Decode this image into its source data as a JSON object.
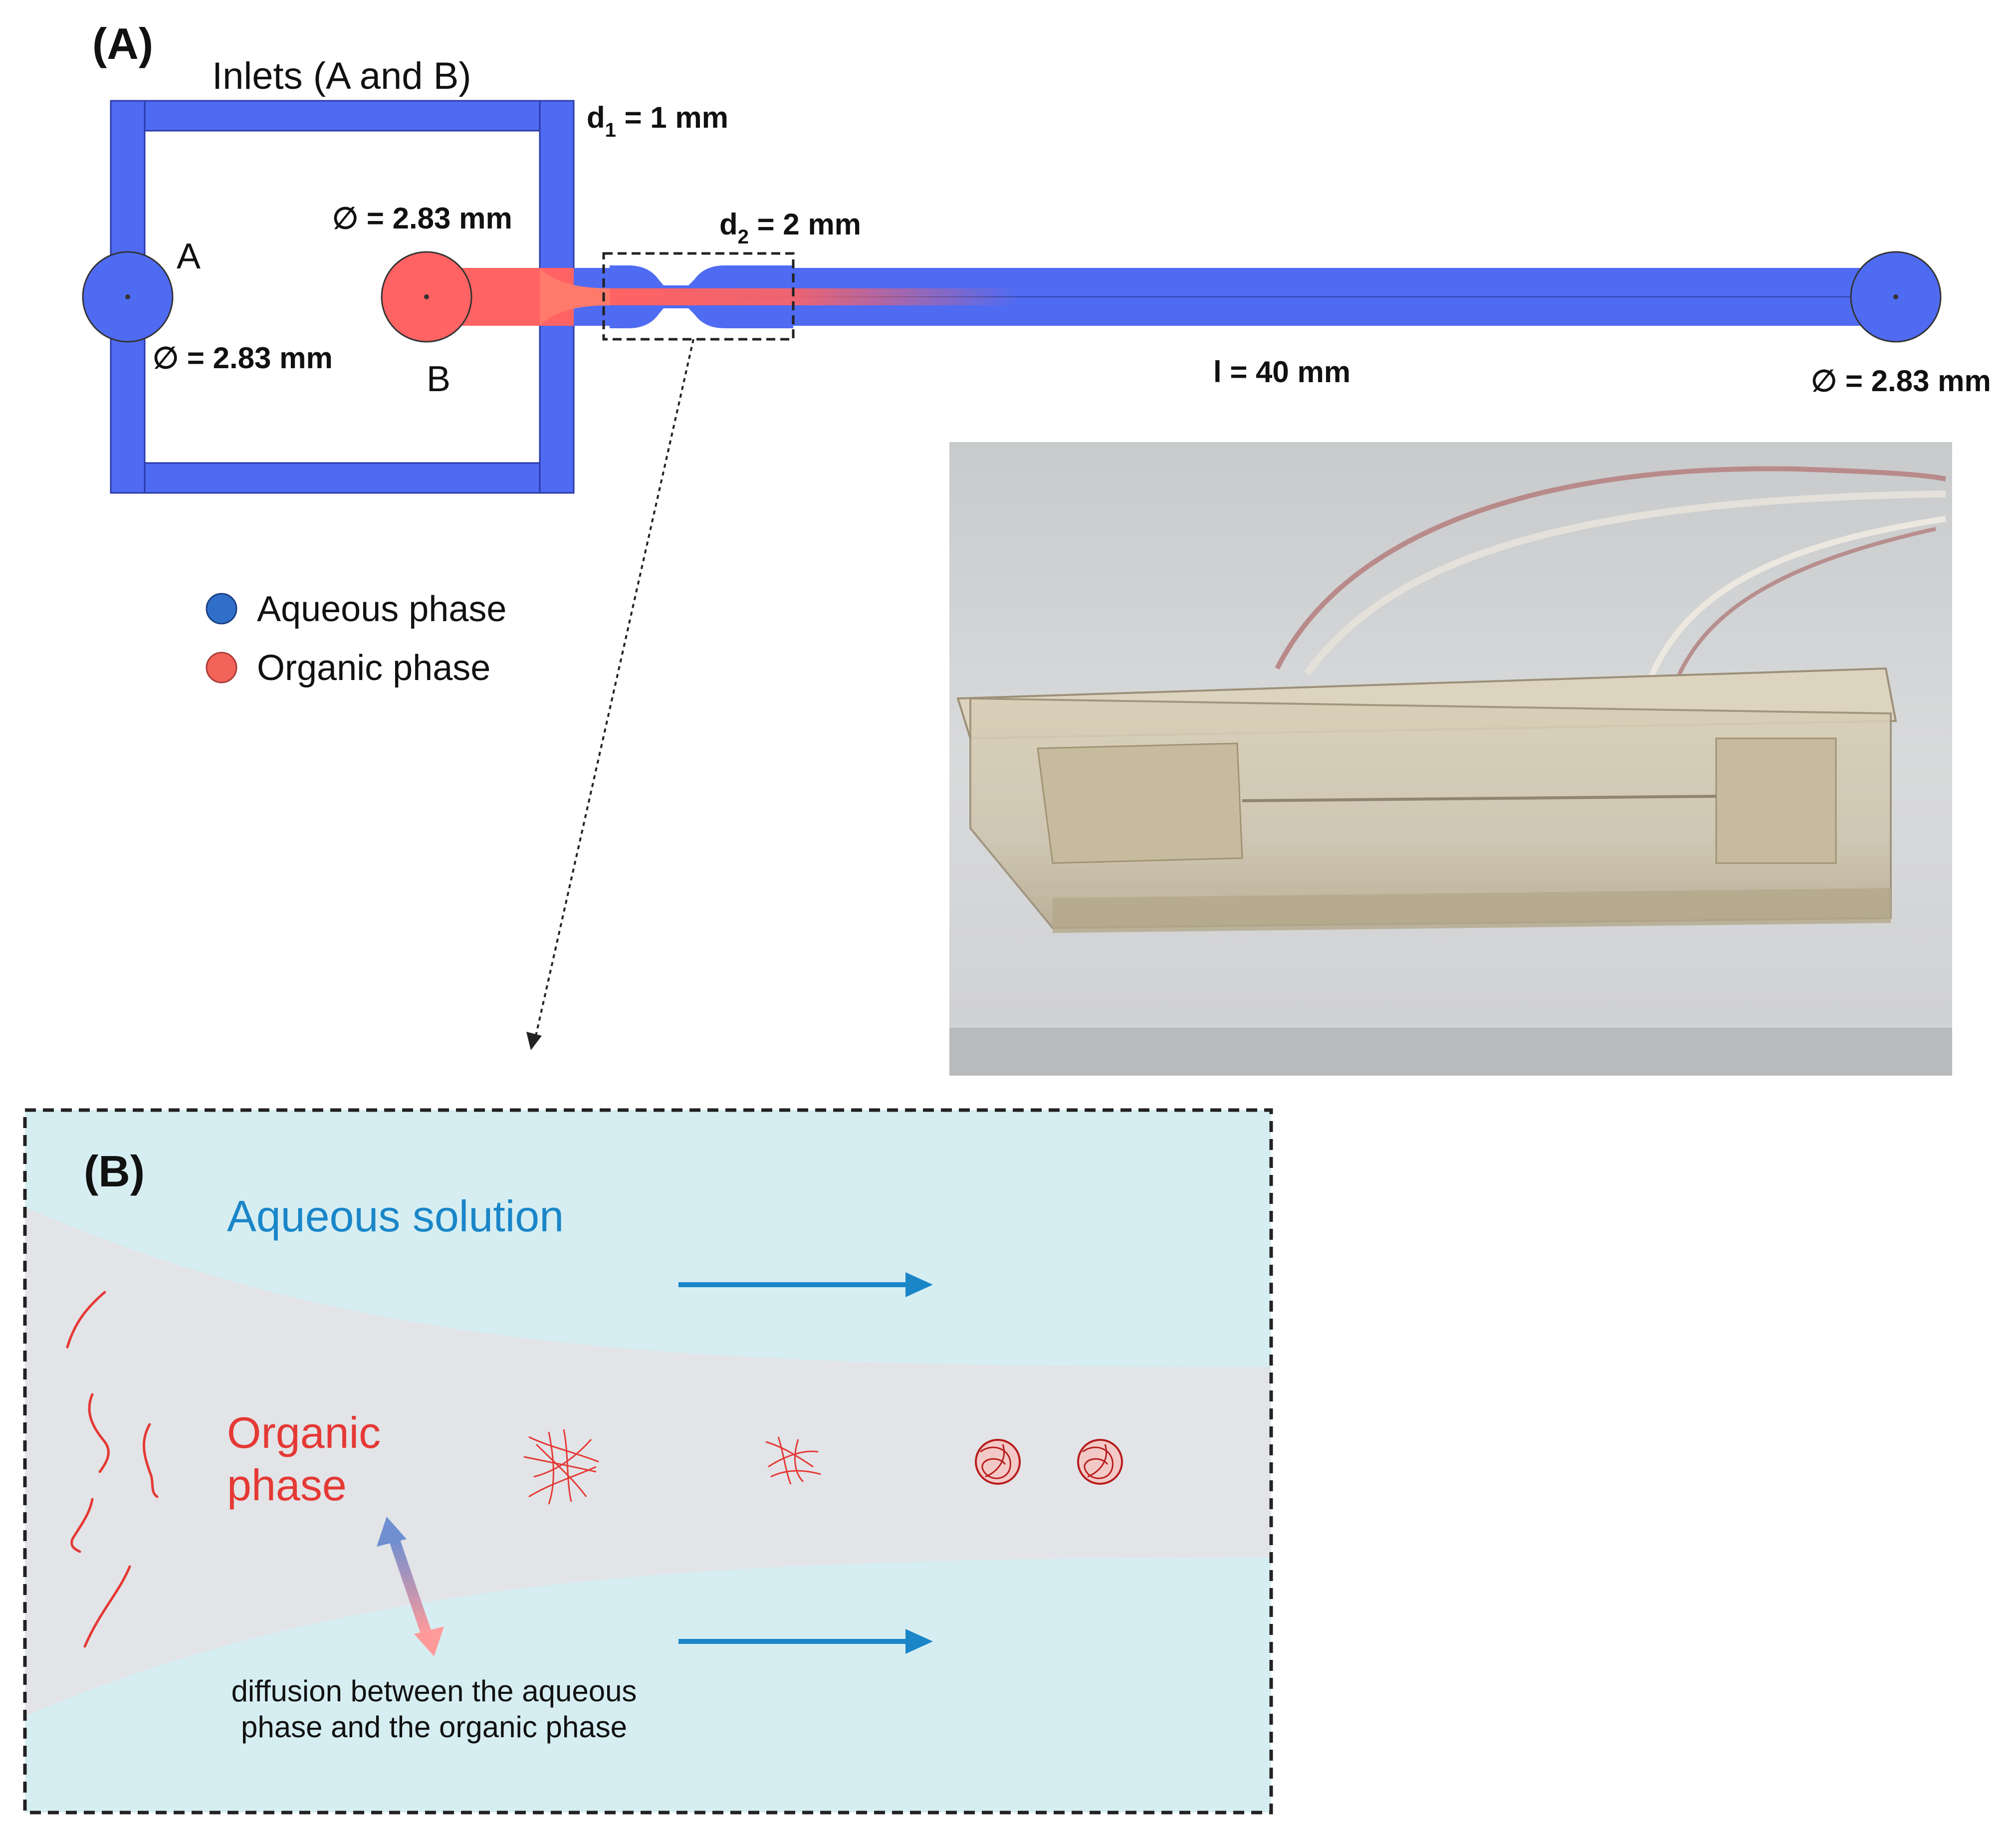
{
  "panel_a": {
    "label": "(A)",
    "inlets_title": "Inlets (A and B)",
    "inlet_a": "A",
    "inlet_b": "B",
    "d1_prefix": "d",
    "d1_sub": "1",
    "d1_value": " = 1 mm",
    "d2_prefix": "d",
    "d2_sub": "2",
    "d2_value": " = 2 mm",
    "diameter_b": "∅ = 2.83 mm",
    "diameter_a": "∅ = 2.83 mm",
    "diameter_outlet": "∅ = 2.83 mm",
    "length": "l = 40 mm",
    "legend": [
      {
        "label": "Aqueous phase",
        "color": "#2f6fc9"
      },
      {
        "label": "Organic phase",
        "color": "#f2635a"
      }
    ]
  },
  "panel_b": {
    "label": "(B)",
    "aqueous_label": "Aqueous solution",
    "organic_label_line1": "Organic",
    "organic_label_line2": "phase",
    "diffusion_line1": "diffusion between the aqueous",
    "diffusion_line2": "phase and the organic phase"
  },
  "colors": {
    "channel_blue": "#4f6bf2",
    "organic_red": "#ff6363",
    "aqueous_bg": "#d6eef2",
    "organic_bg": "#e2e4e7",
    "arrow_blue": "#1a86c8",
    "label_blue": "#1a86c8",
    "label_red": "#e53935"
  }
}
